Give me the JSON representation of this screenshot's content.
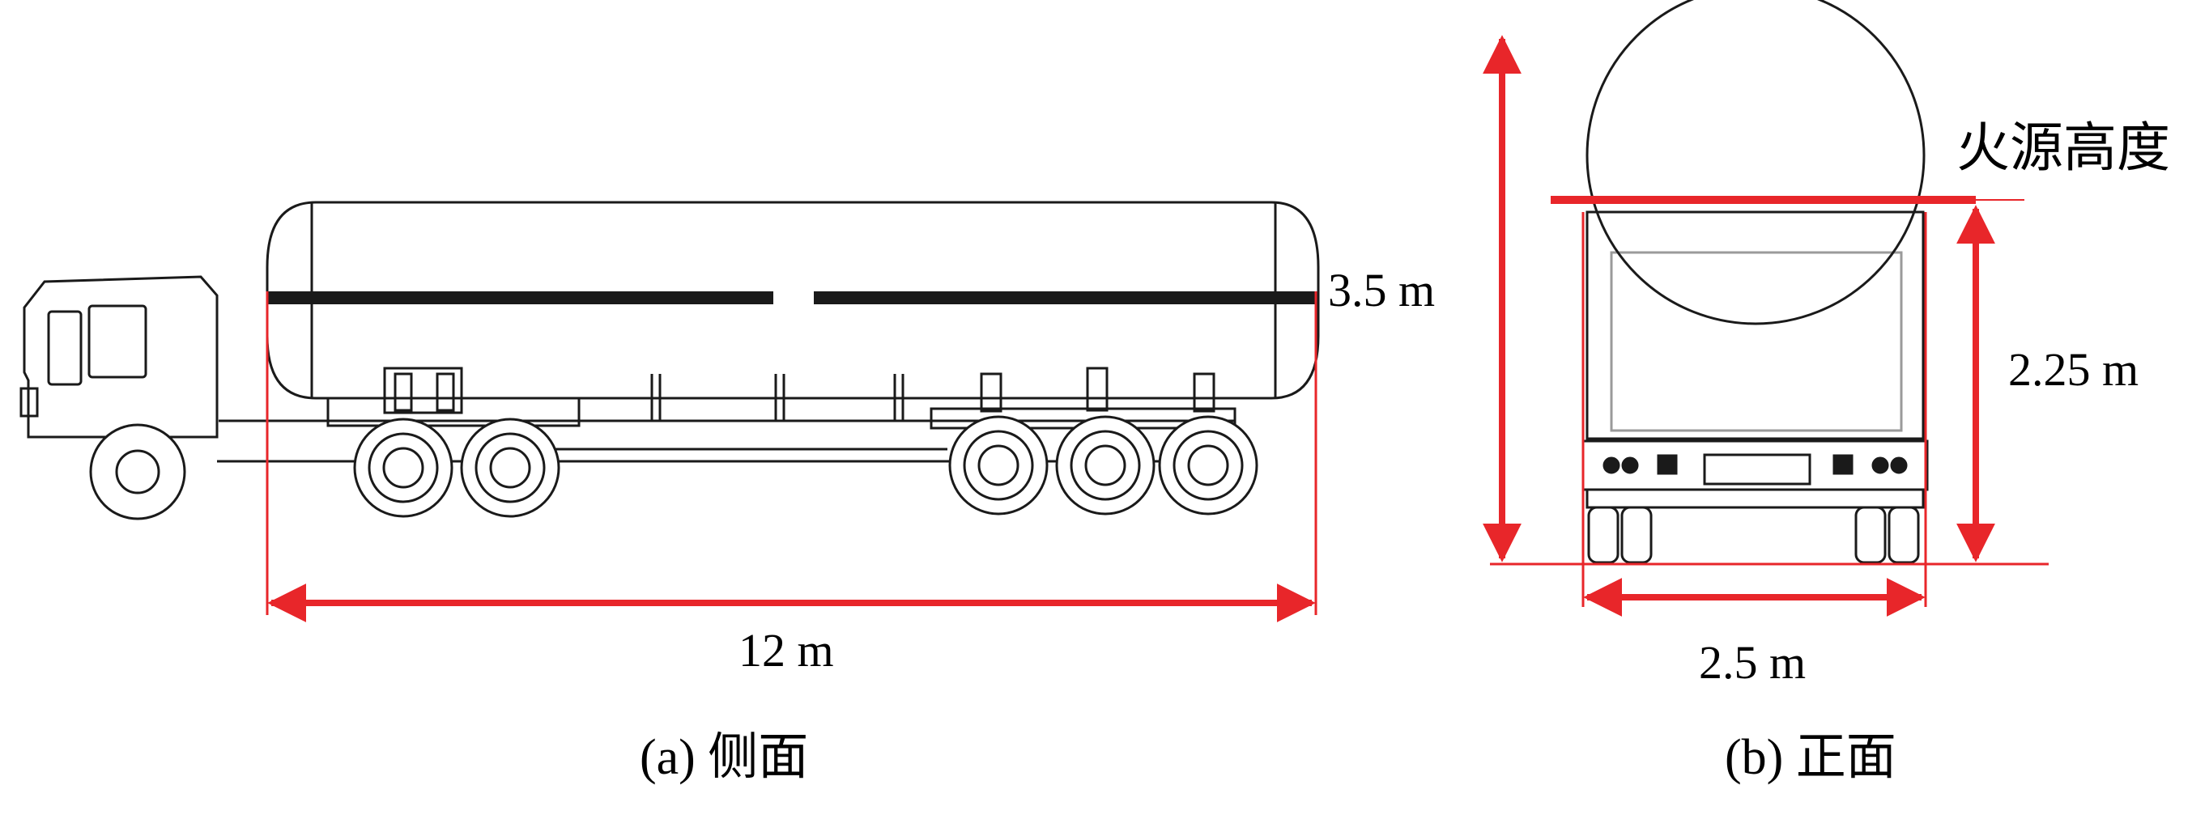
{
  "labels": {
    "length": "12 m",
    "height": "3.5 m",
    "fire_height": "2.25 m",
    "width": "2.5 m",
    "fire_source": "火源高度"
  },
  "captions": {
    "side": "(a) 侧面",
    "front": "(b) 正面"
  },
  "colors": {
    "dimension": "#e8262a",
    "outline": "#1a1a1a",
    "grille": "#9a9a9a"
  }
}
